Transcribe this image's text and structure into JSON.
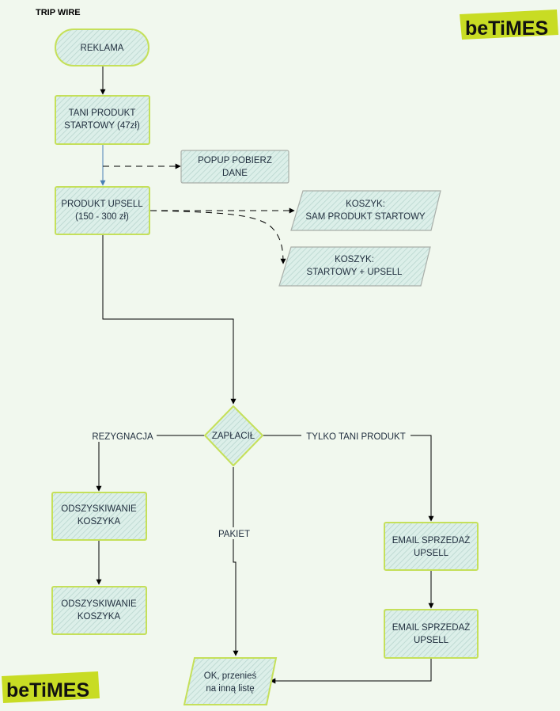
{
  "title": "TRIP WIRE",
  "logo": "beTiMES",
  "nodes": {
    "reklama": [
      "REKLAMA"
    ],
    "tani_produkt": [
      "TANI PRODUKT",
      "STARTOWY (47zł)"
    ],
    "popup": [
      "POPUP POBIERZ",
      "DANE"
    ],
    "produkt_upsell": [
      "PRODUKT UPSELL",
      "(150 - 300 zł)"
    ],
    "koszyk_sam": [
      "KOSZYK:",
      "SAM PRODUKT STARTOWY"
    ],
    "koszyk_upsell": [
      "KOSZYK:",
      "STARTOWY + UPSELL"
    ],
    "zaplacil": [
      "ZAPŁACIŁ"
    ],
    "odzysk_1": [
      "ODSZYSKIWANIE",
      "KOSZYKA"
    ],
    "odzysk_2": [
      "ODSZYSKIWANIE",
      "KOSZYKA"
    ],
    "email_1": [
      "EMAIL SPRZEDAŻ",
      "UPSELL"
    ],
    "email_2": [
      "EMAIL SPRZEDAŻ",
      "UPSELL"
    ],
    "ok_przenies": [
      "OK, przenieś",
      "na inną listę"
    ]
  },
  "edge_labels": {
    "rezygnacja": "REZYGNACJA",
    "tylko_tani": "TYLKO TANI PRODUKT",
    "pakiet": "PAKIET"
  },
  "colors": {
    "background": "#f1f8ee",
    "node_fill": "#d9ece6",
    "node_border_green": "#c5e05a",
    "node_border_gray": "#a9aea9",
    "logo_bg": "#c8dc24",
    "edge": "#000000",
    "edge_blue": "#4a7fb5"
  }
}
